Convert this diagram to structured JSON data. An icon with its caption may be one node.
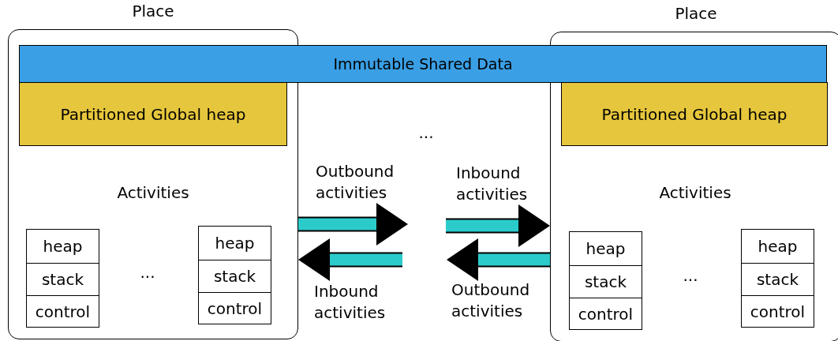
{
  "diagram": {
    "nodes": [
      {
        "text": [
          "Place"
        ]
      },
      {
        "text": [
          "Immutable Shared Data"
        ]
      },
      {
        "text": [
          "Partitioned Global heap"
        ],
        "in": 0
      },
      {
        "text": [
          "heap"
        ],
        "in": 0
      },
      {
        "text": [
          "stack"
        ],
        "in": 0
      },
      {
        "text": [
          "control"
        ],
        "in": 0
      },
      {
        "text": [
          "heap"
        ],
        "in": 0
      },
      {
        "text": [
          "stack"
        ],
        "in": 0
      },
      {
        "text": [
          "control"
        ],
        "in": 0
      },
      {
        "text": [
          "Place"
        ]
      },
      {
        "text": [
          "Partitioned Global heap"
        ],
        "in": 9
      },
      {
        "text": [
          "heap"
        ],
        "in": 9
      },
      {
        "text": [
          "stack"
        ],
        "in": 9
      },
      {
        "text": [
          "control"
        ],
        "in": 9
      },
      {
        "text": [
          "heap"
        ],
        "in": 9
      },
      {
        "text": [
          "stack"
        ],
        "in": 9
      },
      {
        "text": [
          "control"
        ],
        "in": 9
      }
    ],
    "edges": [
      {
        "from": 0,
        "to": null,
        "arrow": "to",
        "label": "Outbound activities"
      },
      {
        "from": null,
        "to": 0,
        "arrow": "to",
        "label": "Inbound activities"
      },
      {
        "from": null,
        "to": 9,
        "arrow": "to",
        "label": "Inbound activities"
      },
      {
        "from": 9,
        "to": null,
        "arrow": "to",
        "label": "Outbound activities"
      }
    ],
    "labels": [
      "...",
      "Activities",
      "Activities",
      "...",
      "..."
    ]
  }
}
